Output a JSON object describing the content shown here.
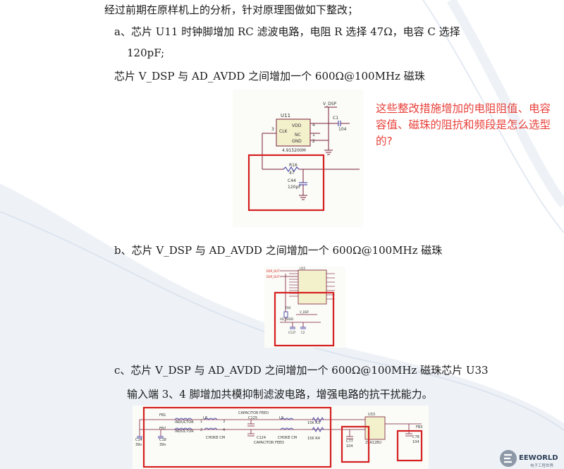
{
  "intro": "经过前期在原样机上的分析，针对原理图做如下整改；",
  "item_a": {
    "line1": "a、芯片 U11 时钟脚增加 RC 滤波电路，电阻 R 选择 47Ω，电容 C  选择",
    "line2": "120pF;",
    "line3": "芯片 V_DSP 与 AD_AVDD 之间增加一个 600Ω@100MHz  磁珠"
  },
  "annotation": "这些整改措施增加的电阻阻值、电容容值、磁珠的阻抗和频段是怎么选型的?",
  "schematic_a": {
    "u11": "U11",
    "vdsp": "V_DSP",
    "c1": "C1",
    "c1_val": "104",
    "pin4": "4",
    "pin3": "3",
    "pin1": "1",
    "pin2": "2",
    "vdd": "VDD",
    "clk": "CLK",
    "nc": "NC",
    "gnd": "GND",
    "xtal": "4.915200M",
    "r16": "R16",
    "r16_val": "47",
    "c44": "C44",
    "c44_val": "120pF"
  },
  "item_b": "b、芯片 V_DSP 与 AD_AVDD 之间增加一个 600Ω@100MHz  磁珠",
  "schematic_b": {
    "ic": "U15",
    "fb": "FB4",
    "vdsp": "V_DSP",
    "adavdd": "AD_AVDD",
    "c_a": "C137",
    "c_b": "C2",
    "net1": "DSP_OUT",
    "net2": "DSP_OUT"
  },
  "item_c": {
    "line1": "c、芯片 V_DSP 与 AD_AVDD 之间增加一个 600Ω@100MHz  磁珠芯片  U33",
    "line2": "输入端  3、4 脚增加共模抑制滤波电路，增强电路的抗干扰能力。"
  },
  "schematic_c": {
    "fb1": "FB1",
    "fb2": "FB2",
    "ind1": "INDUCTOR",
    "ind2": "INDUCTOR",
    "l8": "L8",
    "l9": "L9",
    "cap_feed1": "CAPACITOR FEED",
    "cap_feed2": "CAPACITOR FEED",
    "c125": "C125",
    "c124": "C124",
    "choke1": "CHOKE CM",
    "choke2": "CHOKE CM",
    "r3": "15K  R3",
    "r4": "15K  R4",
    "c14": "C14",
    "c18": "C18",
    "c14_val": "39n",
    "c18_val": "39n",
    "c77": "C77",
    "c77_val": "104",
    "u33": "U33",
    "u33_part": "25A128U",
    "c78": "C78",
    "c78_val": "104",
    "fb3": "FB3",
    "pin1": "1",
    "pin2": "2",
    "pin3": "3",
    "pin4": "4"
  },
  "logo": {
    "name": "EEWORLD",
    "tagline": "电子工程世界"
  },
  "colors": {
    "highlight_box": "#d42020",
    "annotation": "#e8403a",
    "wire": "#7a1f3d",
    "component": "#2d2d9c"
  }
}
